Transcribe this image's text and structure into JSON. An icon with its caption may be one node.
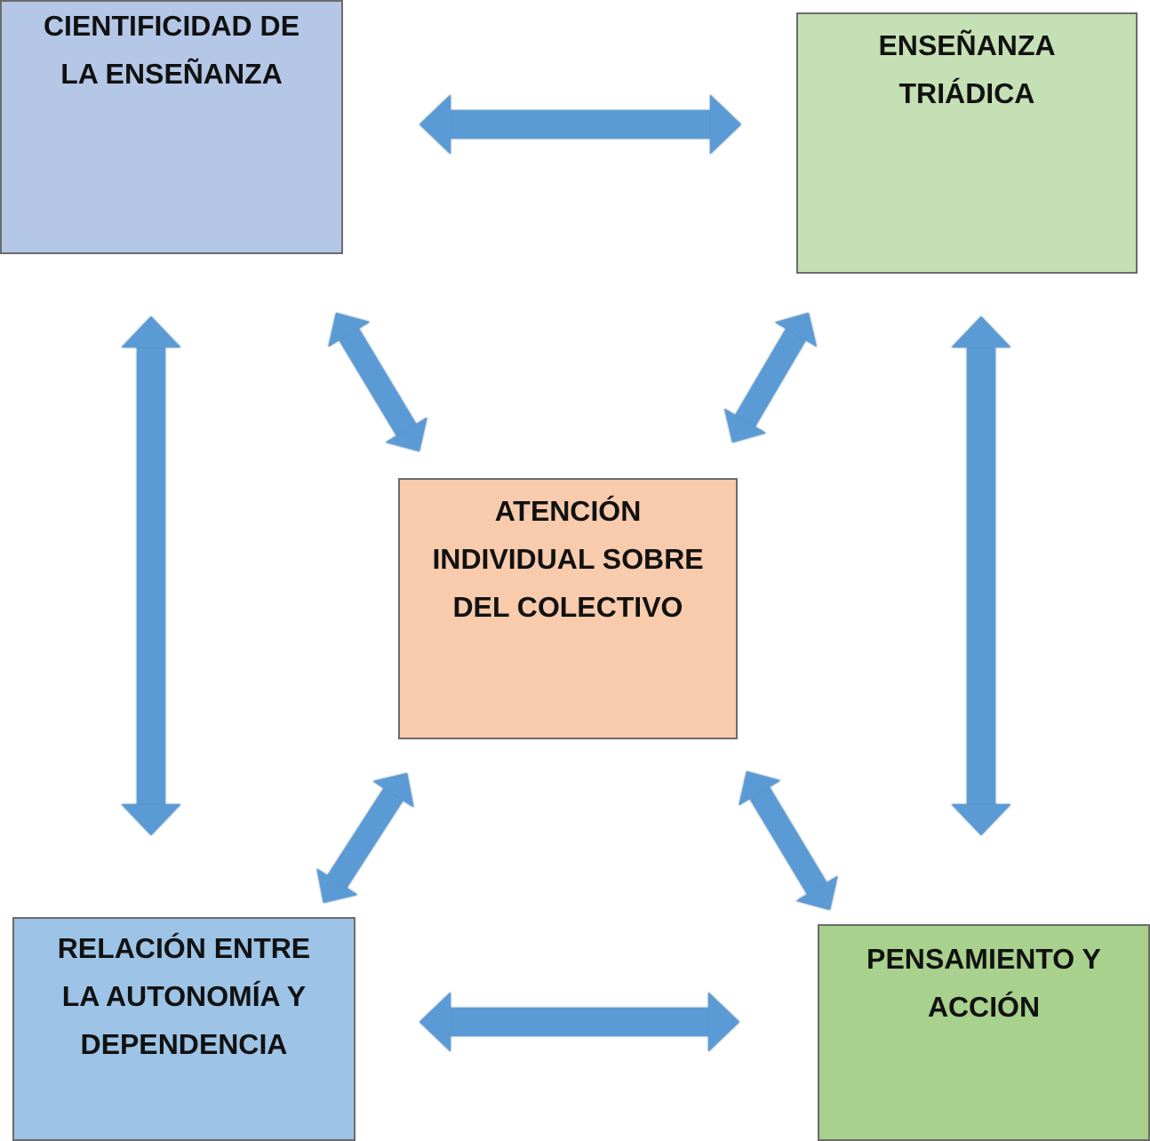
{
  "diagram": {
    "nodes": [
      {
        "text": [
          "CIENTIFICIDAD DE LA ENSEÑANZA"
        ]
      },
      {
        "text": [
          "ENSEÑANZA TRIÁDICA"
        ]
      },
      {
        "text": [
          "ATENCIÓN INDIVIDUAL SOBRE DEL COLECTIVO"
        ]
      },
      {
        "text": [
          "RELACIÓN ENTRE LA AUTONOMÍA Y DEPENDENCIA"
        ]
      },
      {
        "text": [
          "PENSAMIENTO Y ACCIÓN"
        ]
      }
    ],
    "edges": [
      {
        "from": 0,
        "to": 1,
        "arrow": "both"
      },
      {
        "from": 0,
        "to": 3,
        "arrow": "both"
      },
      {
        "from": 0,
        "to": 2,
        "arrow": "both"
      },
      {
        "from": 1,
        "to": 2,
        "arrow": "both"
      },
      {
        "from": 1,
        "to": 4,
        "arrow": "both"
      },
      {
        "from": 2,
        "to": 3,
        "arrow": "both"
      },
      {
        "from": 2,
        "to": 4,
        "arrow": "both"
      },
      {
        "from": 3,
        "to": 4,
        "arrow": "both"
      }
    ]
  }
}
